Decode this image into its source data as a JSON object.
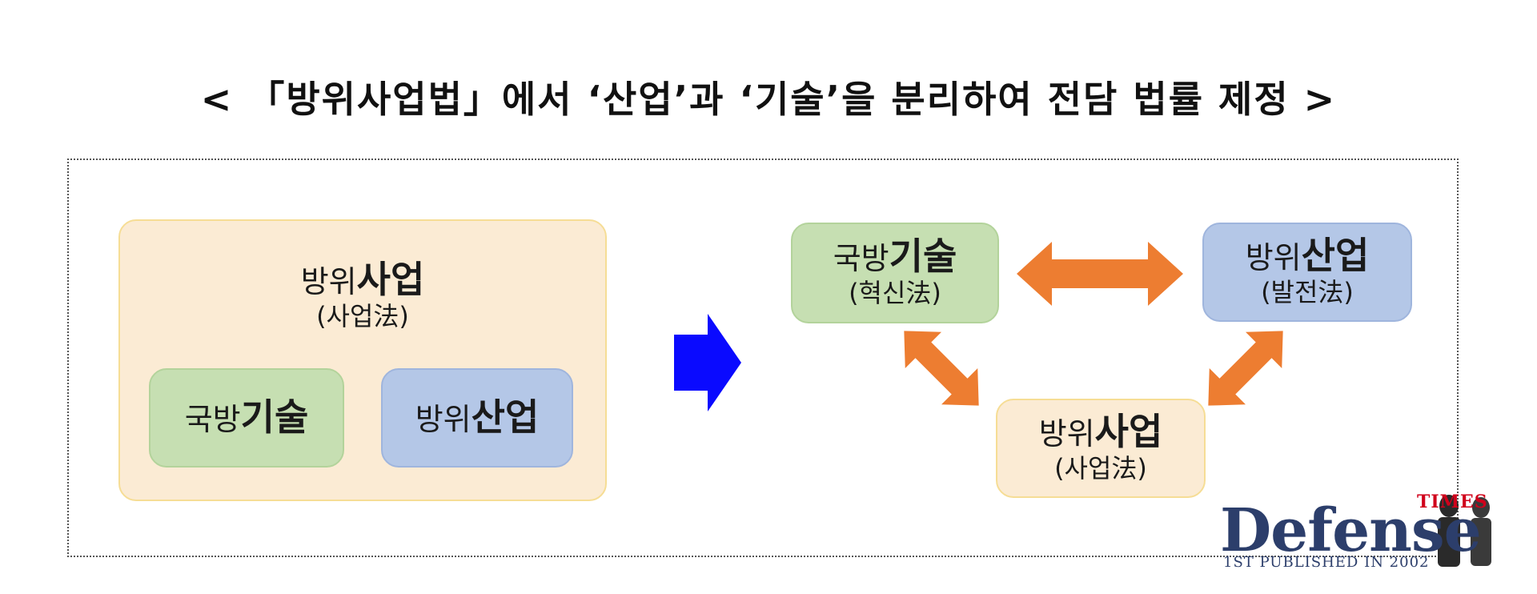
{
  "title": "< 「방위사업법」에서 ‘산업’과 ‘기술’을 분리하여 전담 법률 제정 >",
  "before": {
    "outer": {
      "small": "방위",
      "large": "사업",
      "sub": "(사업法)"
    },
    "tech": {
      "small": "국방",
      "large": "기술"
    },
    "industry": {
      "small": "방위",
      "large": "산업"
    }
  },
  "after": {
    "tech": {
      "small": "국방",
      "large": "기술",
      "sub": "(혁신法)"
    },
    "industry": {
      "small": "방위",
      "large": "산업",
      "sub": "(발전法)"
    },
    "business": {
      "small": "방위",
      "large": "사업",
      "sub": "(사업法)"
    }
  },
  "logo": {
    "times": "TIMES",
    "main": "Defense",
    "sub": "1ST PUBLISHED IN 2002"
  },
  "colors": {
    "arrow_blue": "#0a0aff",
    "arrow_orange": "#ed7d31"
  }
}
